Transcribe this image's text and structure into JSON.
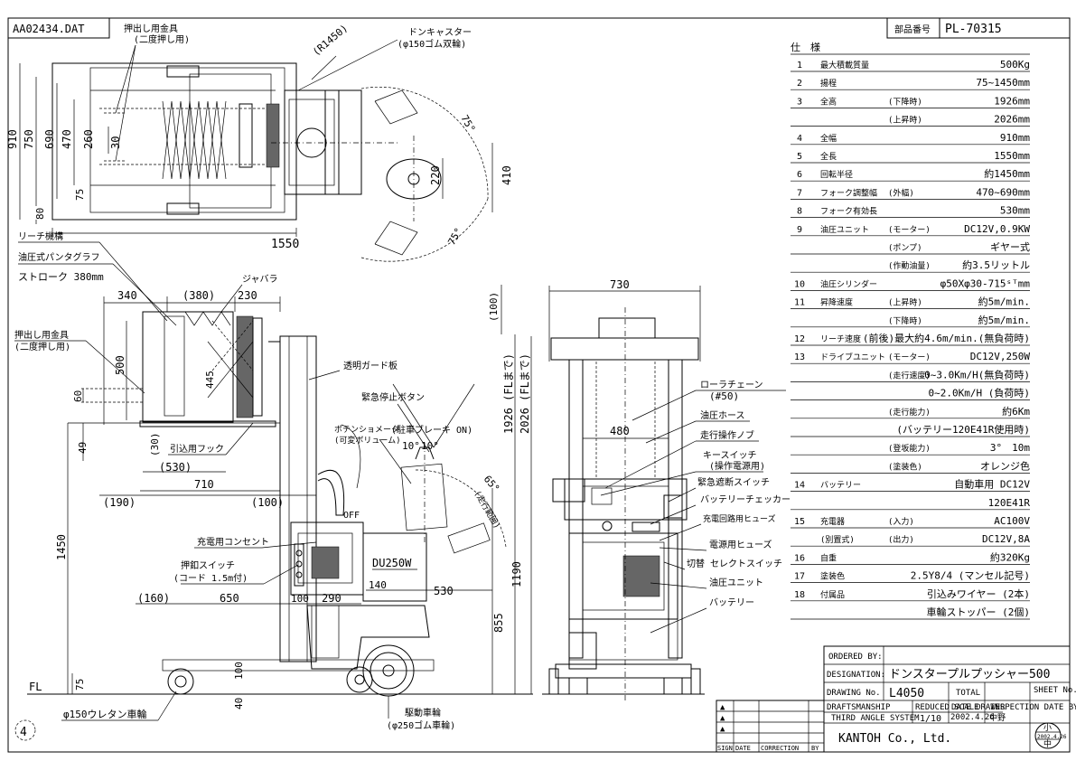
{
  "header": {
    "file_name": "AA02434.DAT",
    "part_no_label": "部品番号",
    "part_no": "PL-70315"
  },
  "spec_table": {
    "heading": "仕　様",
    "rows": [
      {
        "no": "1",
        "item": "最大積載質量",
        "cond": "",
        "value": "500Kg"
      },
      {
        "no": "2",
        "item": "揚程",
        "cond": "",
        "value": "75~1450mm"
      },
      {
        "no": "3",
        "item": "全高",
        "cond": "(下降時)",
        "value": "1926mm"
      },
      {
        "no": "",
        "item": "",
        "cond": "(上昇時)",
        "value": "2026mm"
      },
      {
        "no": "4",
        "item": "全幅",
        "cond": "",
        "value": "910mm"
      },
      {
        "no": "5",
        "item": "全長",
        "cond": "",
        "value": "1550mm"
      },
      {
        "no": "6",
        "item": "回転半径",
        "cond": "",
        "value": "約1450mm"
      },
      {
        "no": "7",
        "item": "フォーク調整幅",
        "cond": "(外幅)",
        "value": "470~690mm"
      },
      {
        "no": "8",
        "item": "フォーク有効長",
        "cond": "",
        "value": "530mm"
      },
      {
        "no": "9",
        "item": "油圧ユニット",
        "cond": "(モーター)",
        "value": "DC12V,0.9KW"
      },
      {
        "no": "",
        "item": "",
        "cond": "(ポンプ)",
        "value": "ギヤー式"
      },
      {
        "no": "",
        "item": "",
        "cond": "(作動油量)",
        "value": "約3.5リットル"
      },
      {
        "no": "10",
        "item": "油圧シリンダー",
        "cond": "",
        "value": "φ50Xφ30-715ˢᵀmm"
      },
      {
        "no": "11",
        "item": "昇降速度",
        "cond": "(上昇時)",
        "value": "約5m/min."
      },
      {
        "no": "",
        "item": "",
        "cond": "(下降時)",
        "value": "約5m/min."
      },
      {
        "no": "12",
        "item": "リーチ速度",
        "cond": "",
        "value": "(前後)最大約4.6m/min.(無負荷時)"
      },
      {
        "no": "13",
        "item": "ドライブユニット",
        "cond": "(モーター)",
        "value": "DC12V,250W"
      },
      {
        "no": "",
        "item": "",
        "cond": "(走行速度)",
        "value": "0~3.0Km/H(無負荷時)"
      },
      {
        "no": "",
        "item": "",
        "cond": "",
        "value": "0~2.0Km/H (負荷時)"
      },
      {
        "no": "",
        "item": "",
        "cond": "(走行能力)",
        "value": "約6Km"
      },
      {
        "no": "",
        "item": "",
        "cond": "",
        "value": "(バッテリー120E41R使用時)"
      },
      {
        "no": "",
        "item": "",
        "cond": "(登坂能力)",
        "value": "3°　10m"
      },
      {
        "no": "",
        "item": "",
        "cond": "(塗装色)",
        "value": "オレンジ色"
      },
      {
        "no": "14",
        "item": "バッテリー",
        "cond": "",
        "value": "自動車用 DC12V"
      },
      {
        "no": "",
        "item": "",
        "cond": "",
        "value": "120E41R"
      },
      {
        "no": "15",
        "item": "充電器",
        "cond": "(入力)",
        "value": "AC100V"
      },
      {
        "no": "",
        "item": "(別置式)",
        "cond": "(出力)",
        "value": "DC12V,8A"
      },
      {
        "no": "16",
        "item": "自重",
        "cond": "",
        "value": "約320Kg"
      },
      {
        "no": "17",
        "item": "塗装色",
        "cond": "",
        "value": "2.5Y8/4 (マンセル記号)"
      },
      {
        "no": "18",
        "item": "付属品",
        "cond": "",
        "value": "引込みワイヤー (2本)"
      },
      {
        "no": "",
        "item": "",
        "cond": "",
        "value": "車輪ストッパー (2個)"
      }
    ]
  },
  "title_block": {
    "ordered_by_label": "ORDERED BY:",
    "ordered_by": "",
    "designation_label": "DESIGNATION:",
    "designation": "ドンスタープルプッシャー500",
    "drawing_no_label": "DRAWING No.",
    "drawing_no": "L4050",
    "total_label": "TOTAL",
    "sheet_label": "SHEET No.",
    "draftsmanship_label": "DRAFTSMANSHIP",
    "reduced_scale_label": "REDUCED SCALE",
    "date_drawer_label": "DATE DRAWER",
    "inspection_label": "INSPECTION DATE BY",
    "third_angle": "THIRD ANGLE SYSTEM",
    "scale": "1/10",
    "date": "2002.4.26",
    "drawer": "中野",
    "stamp_top": "小",
    "stamp_date": "2002.4.26",
    "stamp_bottom": "中",
    "company": "KANTOH Co., Ltd.",
    "revision_labels": [
      "SIGN",
      "DATE",
      "CORRECTION",
      "BY"
    ],
    "revision_mark": "▲"
  },
  "sheet_mark": "4",
  "top_view": {
    "label_push_fitting": "押出し用金具",
    "label_double_push": "(二度押し用)",
    "label_don_caster": "ドンキャスター",
    "label_caster_spec": "(φ150ゴム双輪)",
    "dim_r": "(R1450)",
    "dim_910": "910",
    "dim_750": "750",
    "dim_690": "690",
    "dim_470": "470",
    "dim_260": "260",
    "dim_30": "30",
    "dim_220": "220",
    "dim_410": "410",
    "dim_75": "75",
    "dim_80": "80",
    "dim_1550": "1550",
    "ang_75a": "75°",
    "ang_75b": "75°"
  },
  "side_view": {
    "label_reach": "リーチ機構",
    "label_pantograph": "油圧式パンタグラフ",
    "label_stroke": "ストローク 380mm",
    "label_bellows": "ジャバラ",
    "label_push_fitting": "押出し用金具",
    "label_double_push": "(二度押し用)",
    "label_guard": "透明ガード板",
    "label_emergency_btn": "緊急停止ボタン",
    "label_pot": "ポテンショメータ",
    "label_pot2": "(可変ボリューム)",
    "label_brake": "(駐車ブレーキ ON)",
    "label_hook": "引込用フック",
    "label_off": "OFF",
    "label_outlet": "充電用コンセント",
    "label_switch": "押釦スイッチ",
    "label_cord": "(コード 1.5m付)",
    "model": "DU250W",
    "label_drive_wheel": "駆動車輪",
    "label_drive_spec": "(φ250ゴム車輪)",
    "label_urethane": "φ150ウレタン車輪",
    "fl": "FL",
    "dim_340": "340",
    "dim_380": "(380)",
    "dim_230": "230",
    "dim_100a": "(100)",
    "dim_500": "500",
    "dim_445": "445",
    "dim_60": "60",
    "dim_49": "49",
    "dim_30": "(30)",
    "dim_530a": "(530)",
    "dim_710": "710",
    "dim_190": "(190)",
    "dim_100b": "(100)",
    "dim_1926": "1926 (FLまで)",
    "dim_2026": "2026 (FLまで)",
    "dim_1450": "1450",
    "dim_160": "(160)",
    "dim_650": "650",
    "dim_100c": "100",
    "dim_290": "290",
    "dim_140": "140",
    "dim_530b": "530",
    "dim_855": "855",
    "dim_1190": "1190",
    "dim_75": "75",
    "dim_100d": "100",
    "dim_40": "40",
    "ang_10a": "10°",
    "ang_10b": "10°",
    "ang_65": "65°",
    "label_travel_range": "(走行範囲)"
  },
  "front_view": {
    "dim_730": "730",
    "dim_480": "480",
    "label_roller_chain": "ローラチェーン",
    "label_roller_no": "(#50)",
    "label_hose": "油圧ホース",
    "label_knob": "走行操作ノブ",
    "label_key": "キースイッチ",
    "label_key2": "(操作電源用)",
    "label_cutoff": "緊急遮断スイッチ",
    "label_checker": "バッテリーチェッカー",
    "label_fuse1": "充電回路用ヒューズ",
    "label_fuse2": "電源用ヒューズ",
    "label_select": "切替 セレクトスイッチ",
    "label_unit": "油圧ユニット",
    "label_battery": "バッテリー"
  }
}
